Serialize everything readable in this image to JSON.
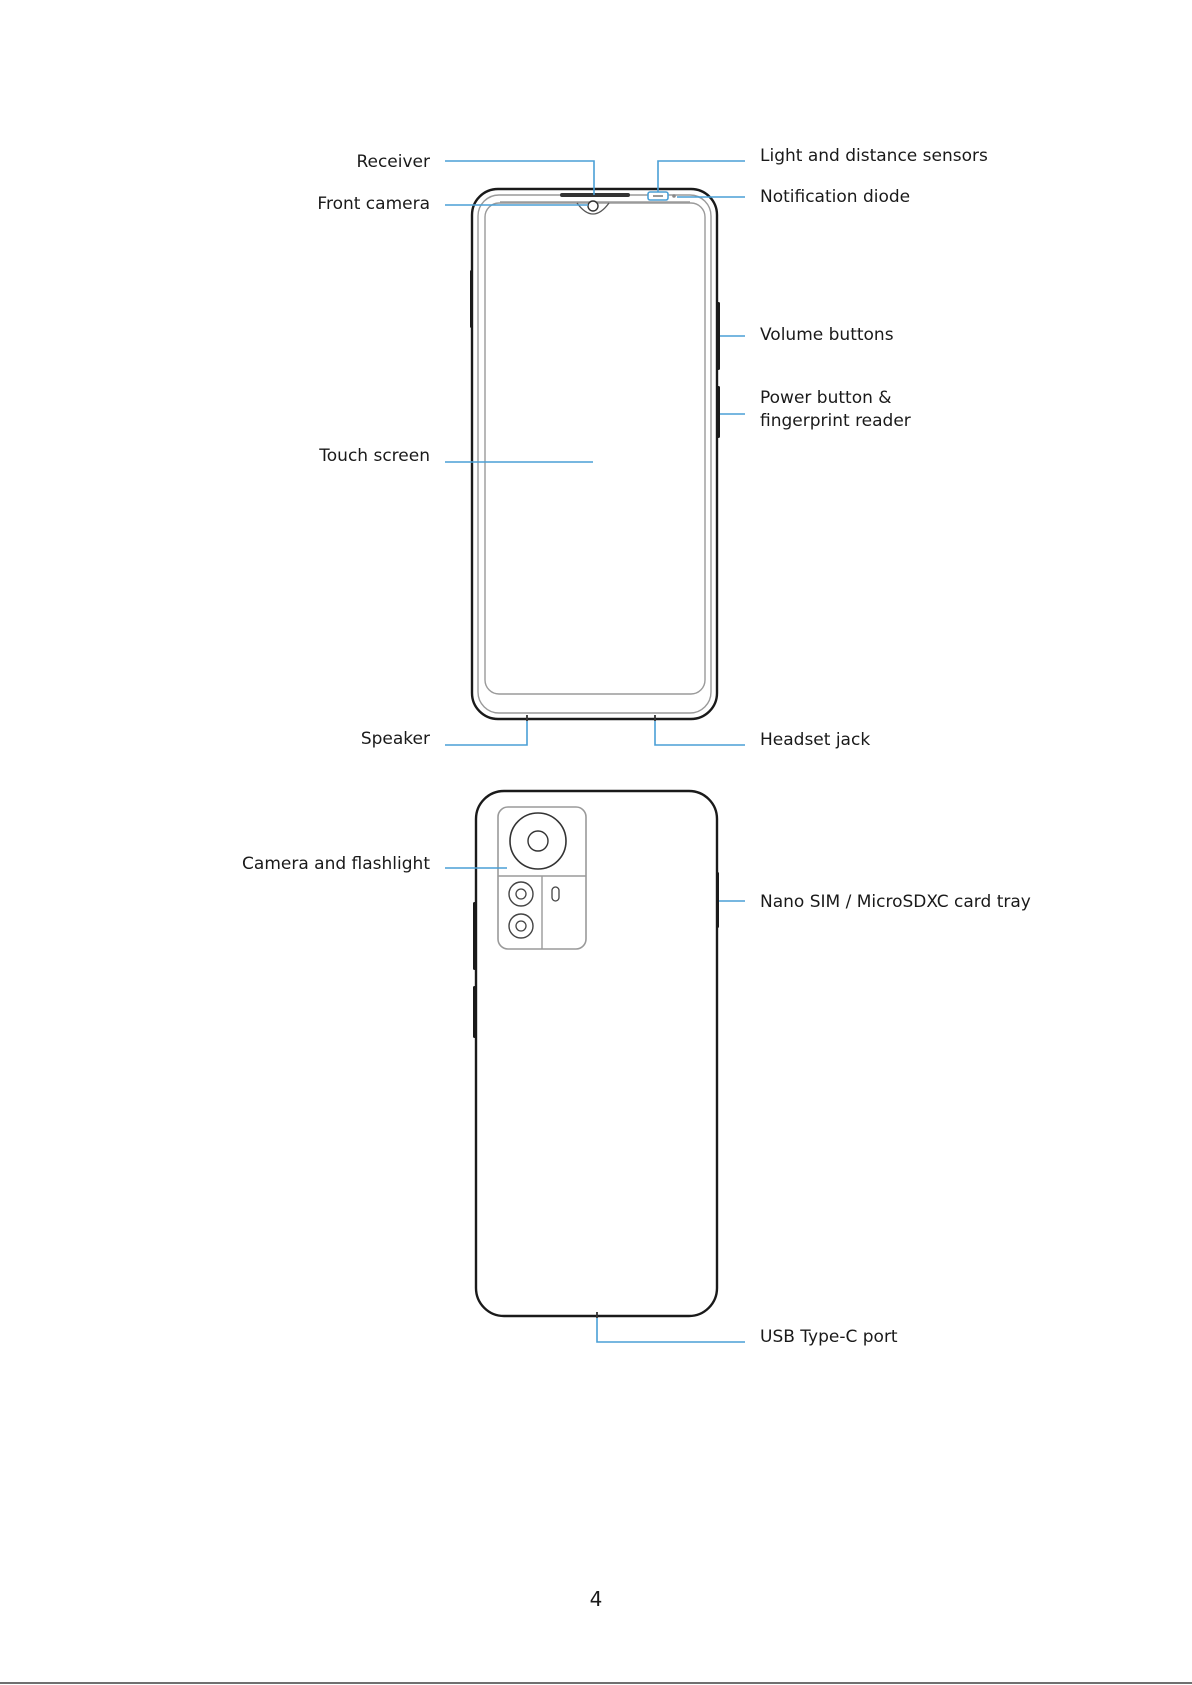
{
  "page": {
    "page_number": "4"
  },
  "front_view": {
    "labels": {
      "receiver": "Receiver",
      "front_camera": "Front camera",
      "touch_screen": "Touch screen",
      "speaker": "Speaker",
      "light_sensors": "Light and distance sensors",
      "notification_diode": "Notification diode",
      "volume_buttons": "Volume buttons",
      "power_button_line1": "Power button &",
      "power_button_line2": "fingerprint reader",
      "headset_jack": "Headset jack"
    }
  },
  "back_view": {
    "labels": {
      "camera_flashlight": "Camera and flashlight",
      "sim_tray": "Nano SIM / MicroSDXC card tray",
      "usb_port": "USB Type-C port"
    }
  },
  "colors": {
    "leader_line": "#4a9fd6",
    "outline": "#1a1a1a",
    "inner_outline": "#9a9a9a"
  }
}
